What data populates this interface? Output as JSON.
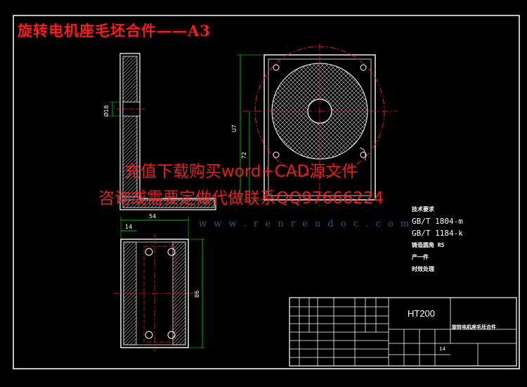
{
  "title": "旋转电机座毛坯合件——A3",
  "promo": {
    "line1": "充值下载购买word+CAD源文件",
    "line2": "咨询或需要定做代做联系QQ97666224"
  },
  "watermark": "w w w . r e n r e n d o c . c o m",
  "tech_notes": {
    "heading": "技术要求",
    "std1": "GB/T 1804-m",
    "std2": "GB/T 1184-k",
    "note1": "铸造圆角 R5",
    "note2": "产一件",
    "note3": "时效处理"
  },
  "title_block": {
    "material": "HT200",
    "part_name": "旋转电机座毛坯合件",
    "sheet_count": "14"
  },
  "dimensions": {
    "side_dia": "Ø18",
    "height_total": "U7",
    "height_inner": "72",
    "width_top": "54",
    "offset_left": "14",
    "height_plan": "86"
  },
  "colors": {
    "background": "#000000",
    "outline": "#ffffff",
    "dimension": "#00ff00",
    "center_line": "#ff0000",
    "hatch": "#ffffff"
  }
}
